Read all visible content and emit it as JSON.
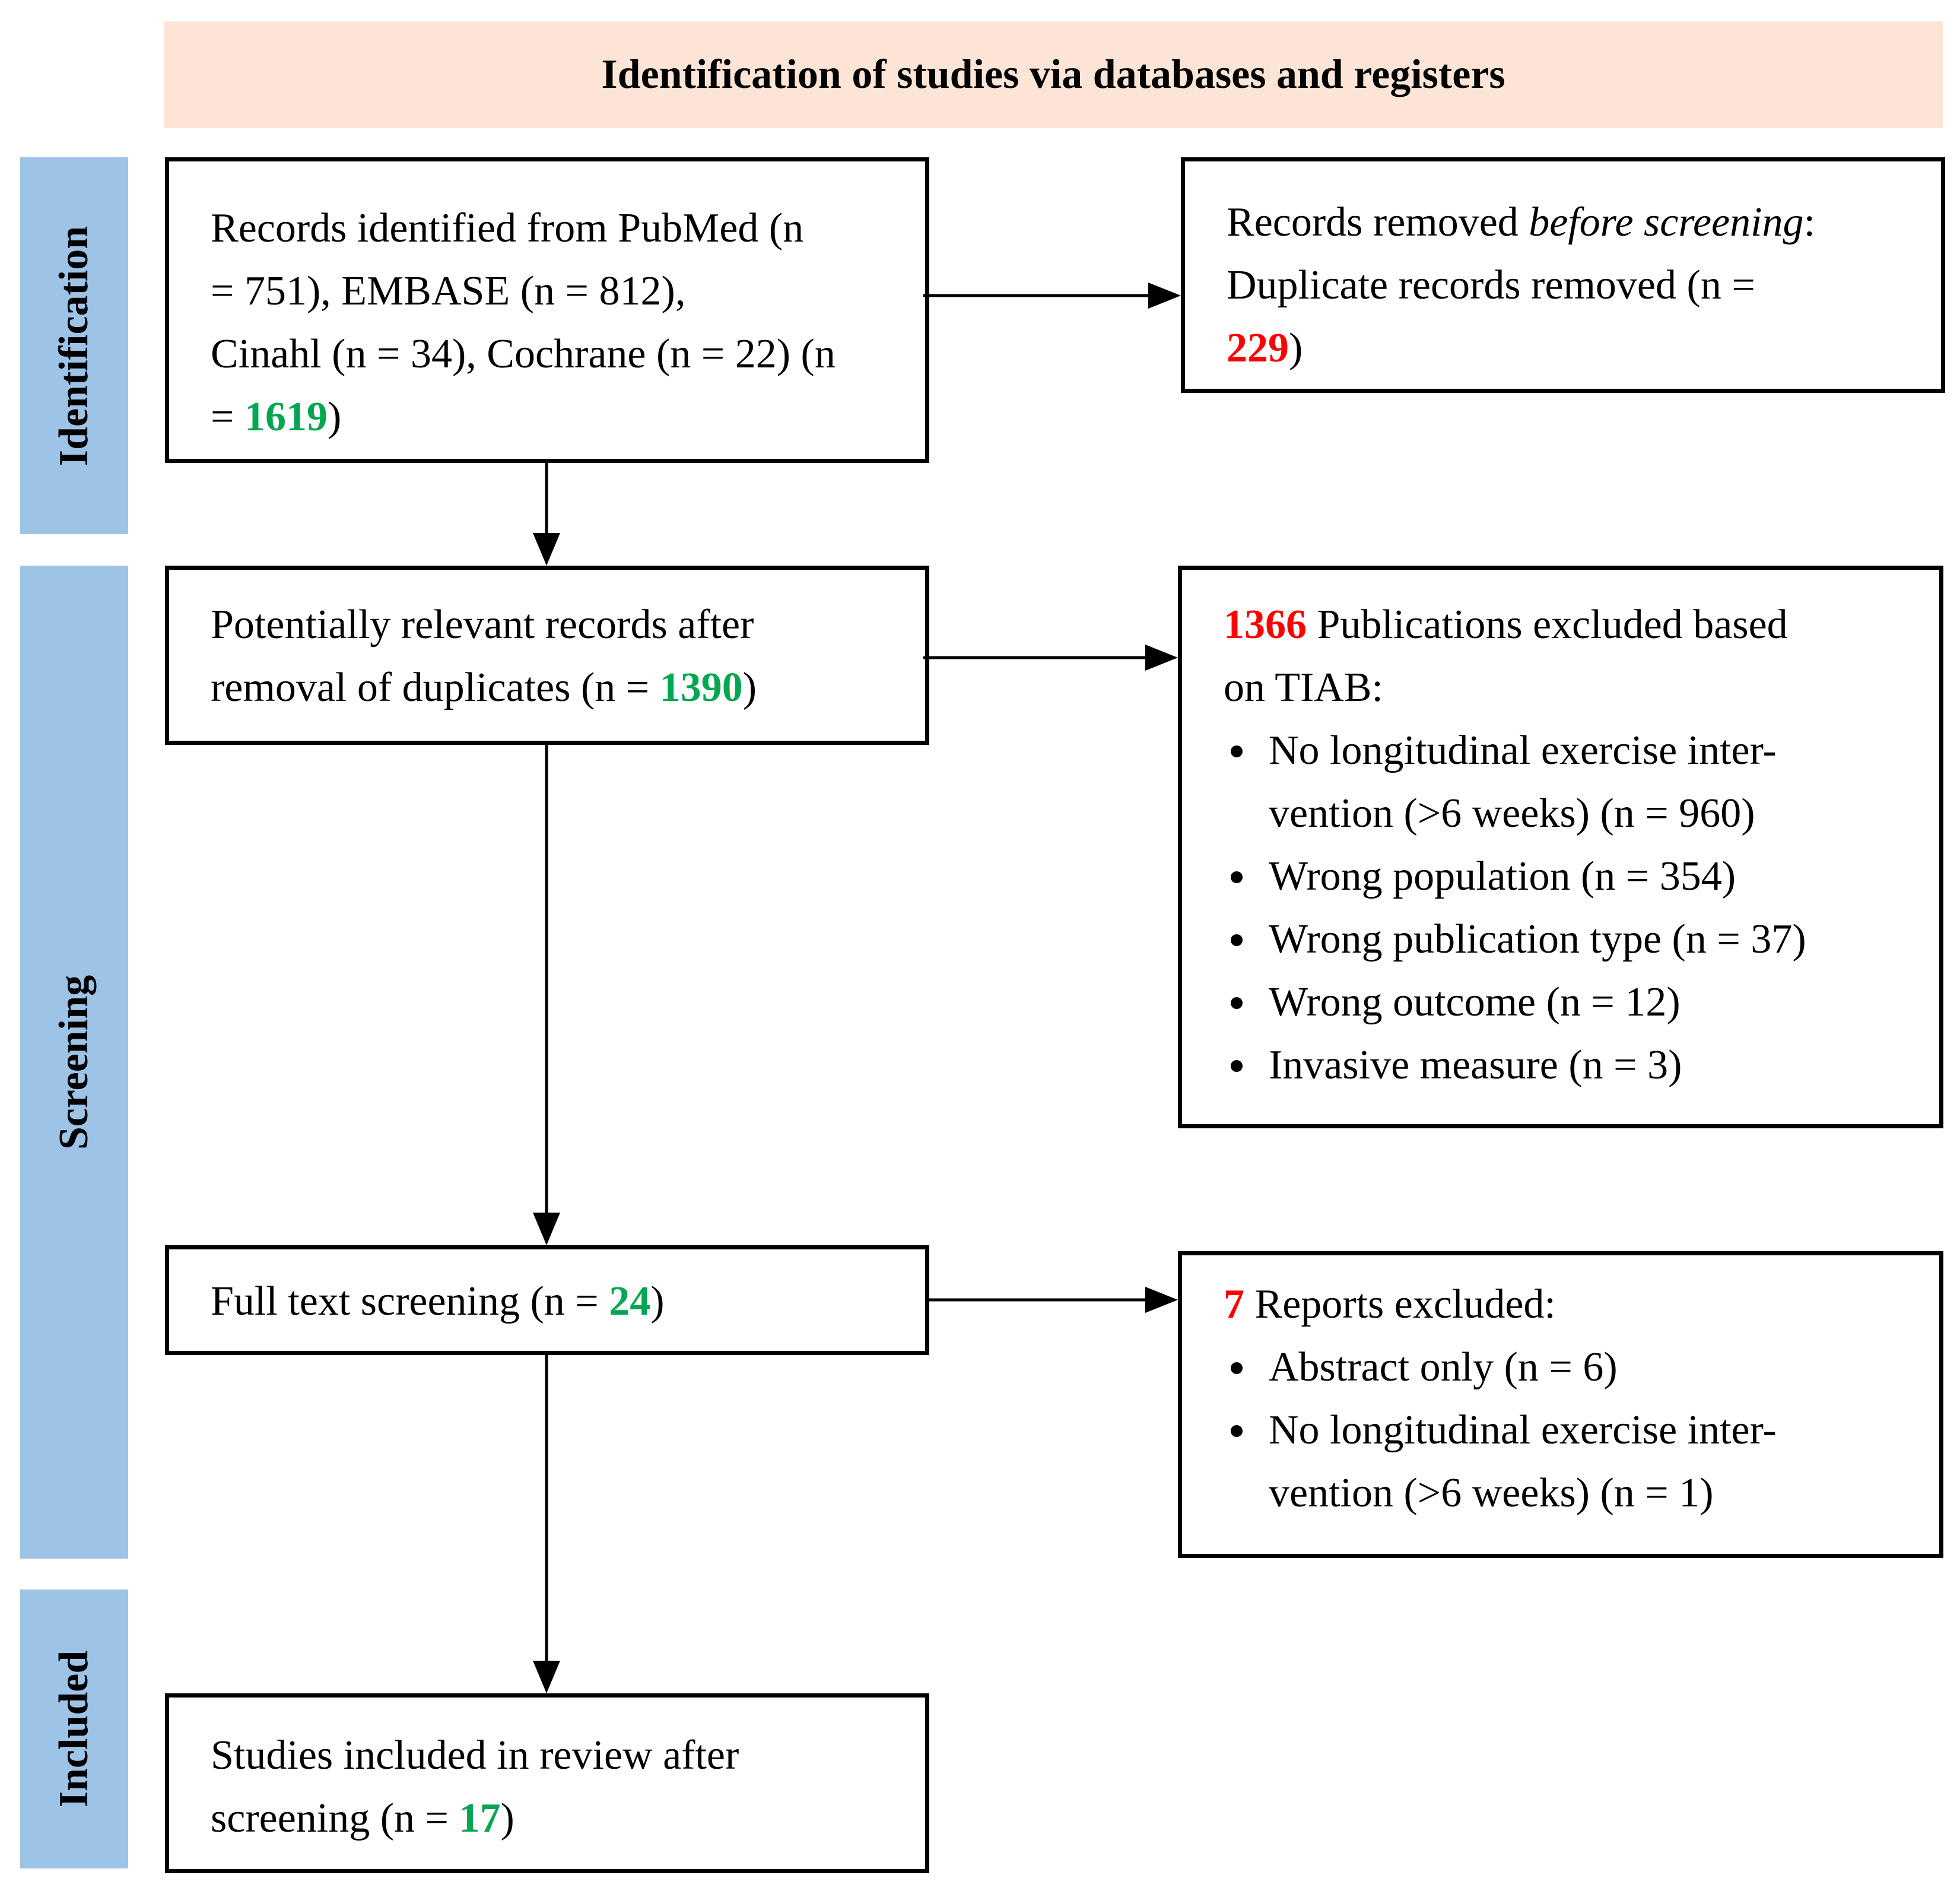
{
  "header": {
    "title": "Identification of studies via databases and registers"
  },
  "phases": {
    "identification": "Identification",
    "screening": "Screening",
    "included": "Included"
  },
  "records_identified": {
    "line1": "Records identified from PubMed (n",
    "line2": "= 751), EMBASE (n = 812),",
    "line3": "Cinahl (n = 34), Cochrane (n = 22) (n",
    "line4_prefix": "= ",
    "total": "1619",
    "line4_suffix": ")"
  },
  "records_removed": {
    "line1_prefix": "Records removed ",
    "line1_italic": "before screening",
    "line1_suffix": ":",
    "line2": "Duplicate records removed (n =",
    "count": "229",
    "line3_suffix": ")"
  },
  "potentially_relevant": {
    "line1": "Potentially relevant records after",
    "line2_prefix": "removal of duplicates (n = ",
    "count": "1390",
    "line2_suffix": ")"
  },
  "tiab_excluded": {
    "count": "1366",
    "line1_suffix": " Publications excluded based",
    "line2": "on TIAB:",
    "reasons": [
      {
        "line1": "No longitudinal exercise inter-",
        "line2": "vention (>6 weeks) (n = 960)"
      },
      {
        "line1": "Wrong population (n = 354)"
      },
      {
        "line1": "Wrong publication type (n = 37)"
      },
      {
        "line1": "Wrong outcome (n = 12)"
      },
      {
        "line1": "Invasive measure (n = 3)"
      }
    ]
  },
  "full_text": {
    "prefix": "Full text screening (n = ",
    "count": "24",
    "suffix": ")"
  },
  "reports_excluded": {
    "count": "7",
    "line1_suffix": " Reports excluded:",
    "reasons": [
      {
        "line1": "Abstract only (n = 6)"
      },
      {
        "line1": "No longitudinal exercise inter-",
        "line2": "vention (>6 weeks) (n = 1)"
      }
    ]
  },
  "included": {
    "line1": "Studies included in review after",
    "line2_prefix": "screening (n = ",
    "count": "17",
    "line2_suffix": ")"
  }
}
